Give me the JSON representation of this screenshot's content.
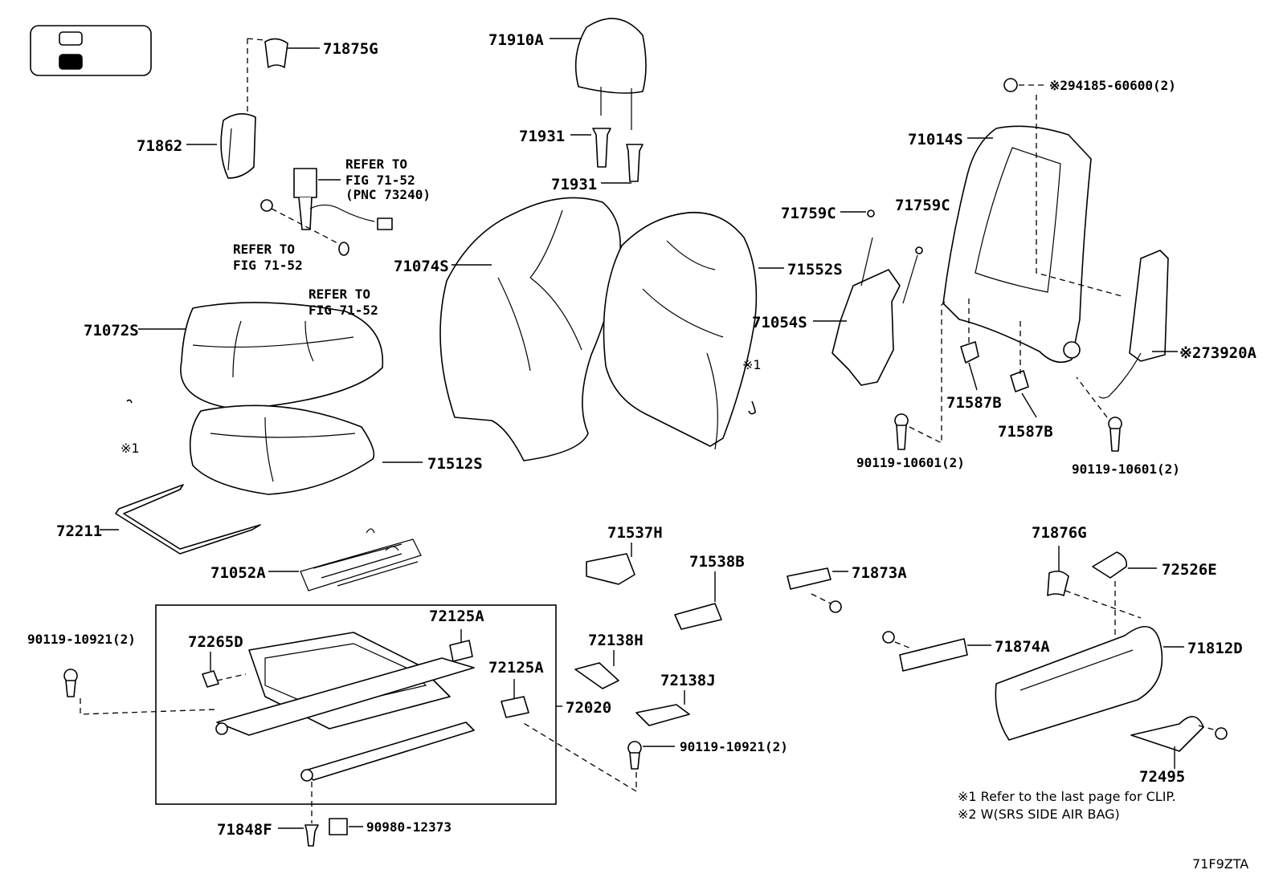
{
  "legend": {
    "symbols": [
      {
        "icon": "open-box-icon",
        "fill": "#ffffff"
      },
      {
        "icon": "filled-box-icon",
        "fill": "#000000"
      }
    ]
  },
  "labels": {
    "p71875G": "71875G",
    "p71862": "71862",
    "refer1a": "REFER TO",
    "refer1b": "FIG 71-52",
    "refer1c": "(PNC 73240)",
    "refer2a": "REFER TO",
    "refer2b": "FIG 71-52",
    "refer3a": "REFER TO",
    "refer3b": "FIG 71-52",
    "p71910A": "71910A",
    "p71931a": "71931",
    "p71931b": "71931",
    "p71074S": "71074S",
    "p71552S": "71552S",
    "p71759Ca": "71759C",
    "p71759Cb": "71759C",
    "p71054S": "71054S",
    "p94185": "※294185-60600(2)",
    "p71014S": "71014S",
    "p73920A": "※273920A",
    "p71587Ba": "71587B",
    "p71587Bb": "71587B",
    "p90119_10601a": "90119-10601(2)",
    "p90119_10601b": "90119-10601(2)",
    "mark1a": "※1",
    "mark1b": "※1",
    "p71072S": "71072S",
    "p71512S": "71512S",
    "p72211": "72211",
    "p71052A": "71052A",
    "p71537H": "71537H",
    "p71538B": "71538B",
    "p71873A": "71873A",
    "p71874A": "71874A",
    "p71876G": "71876G",
    "p72526E": "72526E",
    "p71812D": "71812D",
    "p72495": "72495",
    "p90119_10921a": "90119-10921(2)",
    "p90119_10921b": "90119-10921(2)",
    "p72265D": "72265D",
    "p72125Aa": "72125A",
    "p72125Ab": "72125A",
    "p72020": "72020",
    "p72138H": "72138H",
    "p72138J": "72138J",
    "p71848F": "71848F",
    "p90980": "90980-12373"
  },
  "notes": {
    "note1": "※1  Refer to the last page for CLIP.",
    "note2": "※2  W(SRS SIDE AIR BAG)"
  },
  "figure_code": "71F9ZTA"
}
